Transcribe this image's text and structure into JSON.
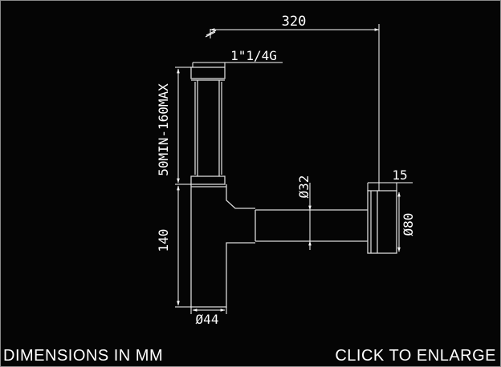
{
  "drawing": {
    "dimensions": {
      "width_320": "320",
      "thread": "1\"1/4G",
      "height_range": "50MIN-160MAX",
      "pipe_dia": "Ø32",
      "flange": "15",
      "wall_dia": "Ø80",
      "trap_height": "140",
      "body_dia": "Ø44"
    }
  },
  "footer": {
    "units_note": "DIMENSIONS IN MM",
    "enlarge_link": "CLICK TO ENLARGE"
  },
  "colors": {
    "background": "#050505",
    "drawing_line": "#d9d9d9",
    "dimension_line": "#ffffff",
    "text": "#ffffff"
  }
}
